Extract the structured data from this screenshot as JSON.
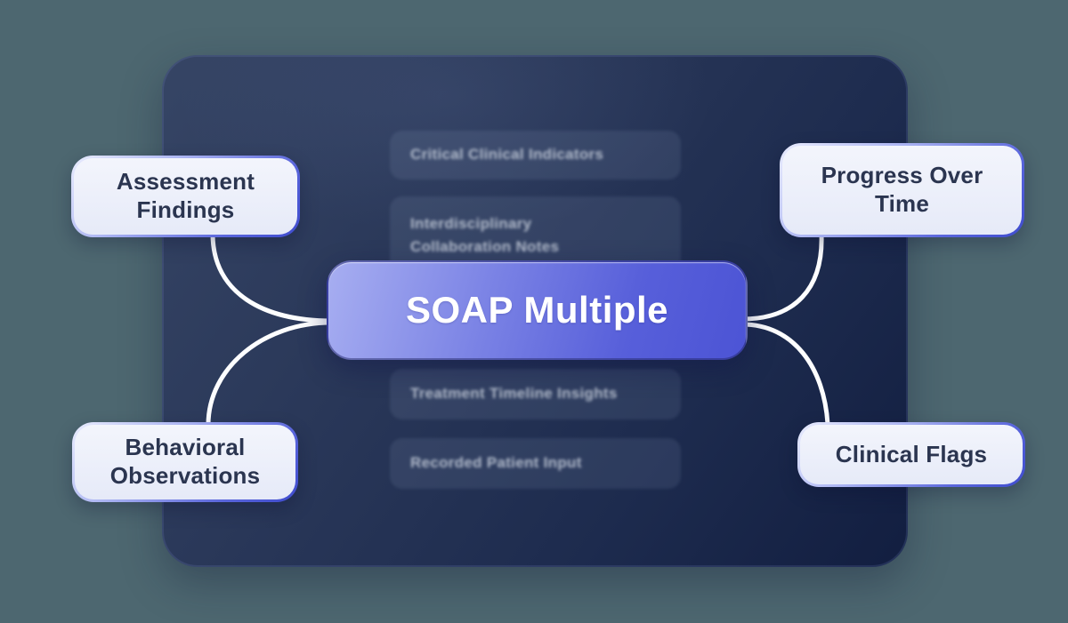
{
  "diagram": {
    "center_node": {
      "label": "SOAP Multiple"
    },
    "branch_nodes": [
      {
        "id": "assessment-findings",
        "label": "Assessment Findings",
        "position": "top-left"
      },
      {
        "id": "progress-over-time",
        "label": "Progress Over Time",
        "position": "top-right"
      },
      {
        "id": "behavioral-observations",
        "label": "Behavioral Observations",
        "position": "bottom-left"
      },
      {
        "id": "clinical-flags",
        "label": "Clinical Flags",
        "position": "bottom-right"
      }
    ],
    "background_items": [
      {
        "label": "Critical Clinical Indicators"
      },
      {
        "label": "Interdisciplinary Collaboration Notes"
      },
      {
        "label": "Treatment Timeline Insights"
      },
      {
        "label": "Recorded Patient Input"
      }
    ]
  },
  "colors": {
    "page_background": "#4D6770",
    "panel_background_light": "#364565",
    "panel_background_dark": "#121E40",
    "center_gradient_start": "#A7AEF1",
    "center_gradient_end": "#4C54D5",
    "center_text": "#FFFFFF",
    "branch_fill": "#ECEFFA",
    "branch_border_accent": "#4A56D3",
    "branch_text": "#2B3550",
    "connector": "#FFFFFF",
    "background_item_text": "#B2BBCB"
  }
}
